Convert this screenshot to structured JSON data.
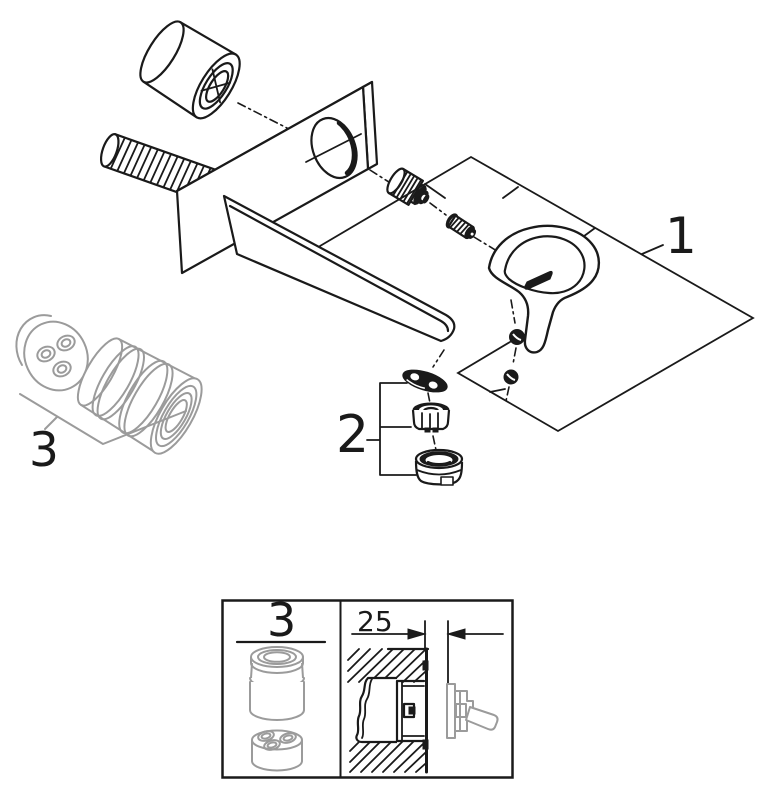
{
  "figure": {
    "type": "exploded-parts-diagram",
    "labels": {
      "part1": "1",
      "part2": "2",
      "part3": "3"
    },
    "inset": {
      "detail_label": "3",
      "dimension": "25"
    },
    "colors": {
      "line": "#1a1a1a",
      "secondary_gray": "#9b9b9b",
      "background": "#ffffff"
    }
  }
}
